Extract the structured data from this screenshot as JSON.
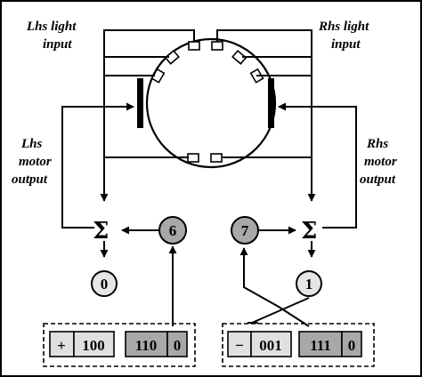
{
  "labels": {
    "lhs_light_1": "Lhs light",
    "lhs_light_2": "input",
    "rhs_light_1": "Rhs light",
    "rhs_light_2": "input",
    "lhs_motor_1": "Lhs",
    "lhs_motor_2": "motor",
    "lhs_motor_3": "output",
    "rhs_motor_1": "Rhs",
    "rhs_motor_2": "motor",
    "rhs_motor_3": "output"
  },
  "nodes": {
    "sum_symbol": "Σ",
    "bias_left": "6",
    "bias_right": "7",
    "out_left": "0",
    "out_right": "1"
  },
  "genomes": {
    "left": {
      "sign": "+",
      "value": "100",
      "code": "110",
      "flag": "0"
    },
    "right": {
      "sign": "−",
      "value": "001",
      "code": "111",
      "flag": "0"
    }
  },
  "colors": {
    "node_gray": "#a8a8a8",
    "node_light": "#e6e6e6",
    "cell_light": "#e0e0e0",
    "cell_dark": "#a8a8a8"
  }
}
